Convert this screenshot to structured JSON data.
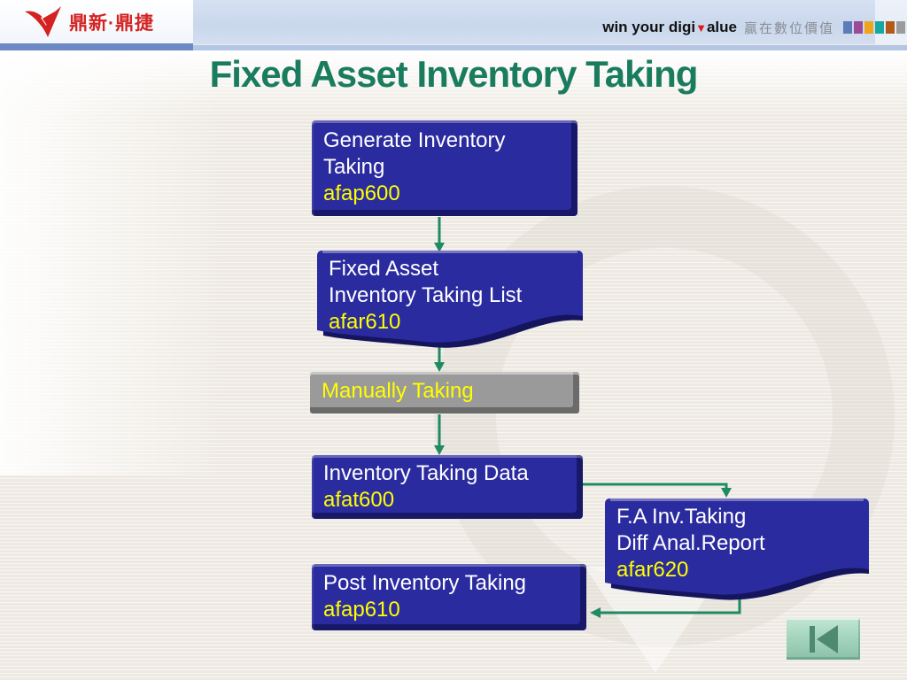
{
  "header": {
    "logo_text": "鼎新·鼎捷",
    "tagline": {
      "part1": "win your digi",
      "v_mark": "▼",
      "part2": "alue",
      "chinese": "贏在數位價值"
    },
    "palette_squares": [
      "#5b7cb8",
      "#9b4a96",
      "#f0a41c",
      "#18a8a4",
      "#b35a18",
      "#9b9b9b"
    ]
  },
  "title": "Fixed Asset Inventory Taking",
  "flow": {
    "boxes": [
      {
        "id": "generate",
        "type": "process",
        "lines": [
          "Generate Inventory",
          "Taking"
        ],
        "code": "afap600"
      },
      {
        "id": "list",
        "type": "document",
        "lines": [
          "Fixed Asset",
          "Inventory Taking List"
        ],
        "code": "afar610"
      },
      {
        "id": "manual",
        "type": "manual-step",
        "lines": [
          "Manually Taking"
        ],
        "code": ""
      },
      {
        "id": "data",
        "type": "process",
        "lines": [
          "Inventory Taking Data"
        ],
        "code": "afat600"
      },
      {
        "id": "report",
        "type": "document",
        "lines": [
          "F.A Inv.Taking",
          "Diff Anal.Report"
        ],
        "code": "afar620"
      },
      {
        "id": "post",
        "type": "process",
        "lines": [
          "Post Inventory Taking"
        ],
        "code": "afap610"
      }
    ],
    "connections": [
      "generate -> list",
      "list -> manual",
      "manual -> data",
      "data -> report",
      "report -> post"
    ]
  },
  "nav": {
    "back_button": "skip-to-start"
  },
  "colors": {
    "title": "#1a7c5e",
    "box_blue": "#2b2ba0",
    "box_blue_dark": "#15155e",
    "gray_box": "#9a9a9a",
    "code_yellow": "#ffff00",
    "arrow": "#1f8a63",
    "logo_red": "#d42222",
    "header_blue": "#c9d7ec",
    "nav_button_green": "#a5d6bd",
    "nav_icon_teal": "#4e8a70"
  }
}
